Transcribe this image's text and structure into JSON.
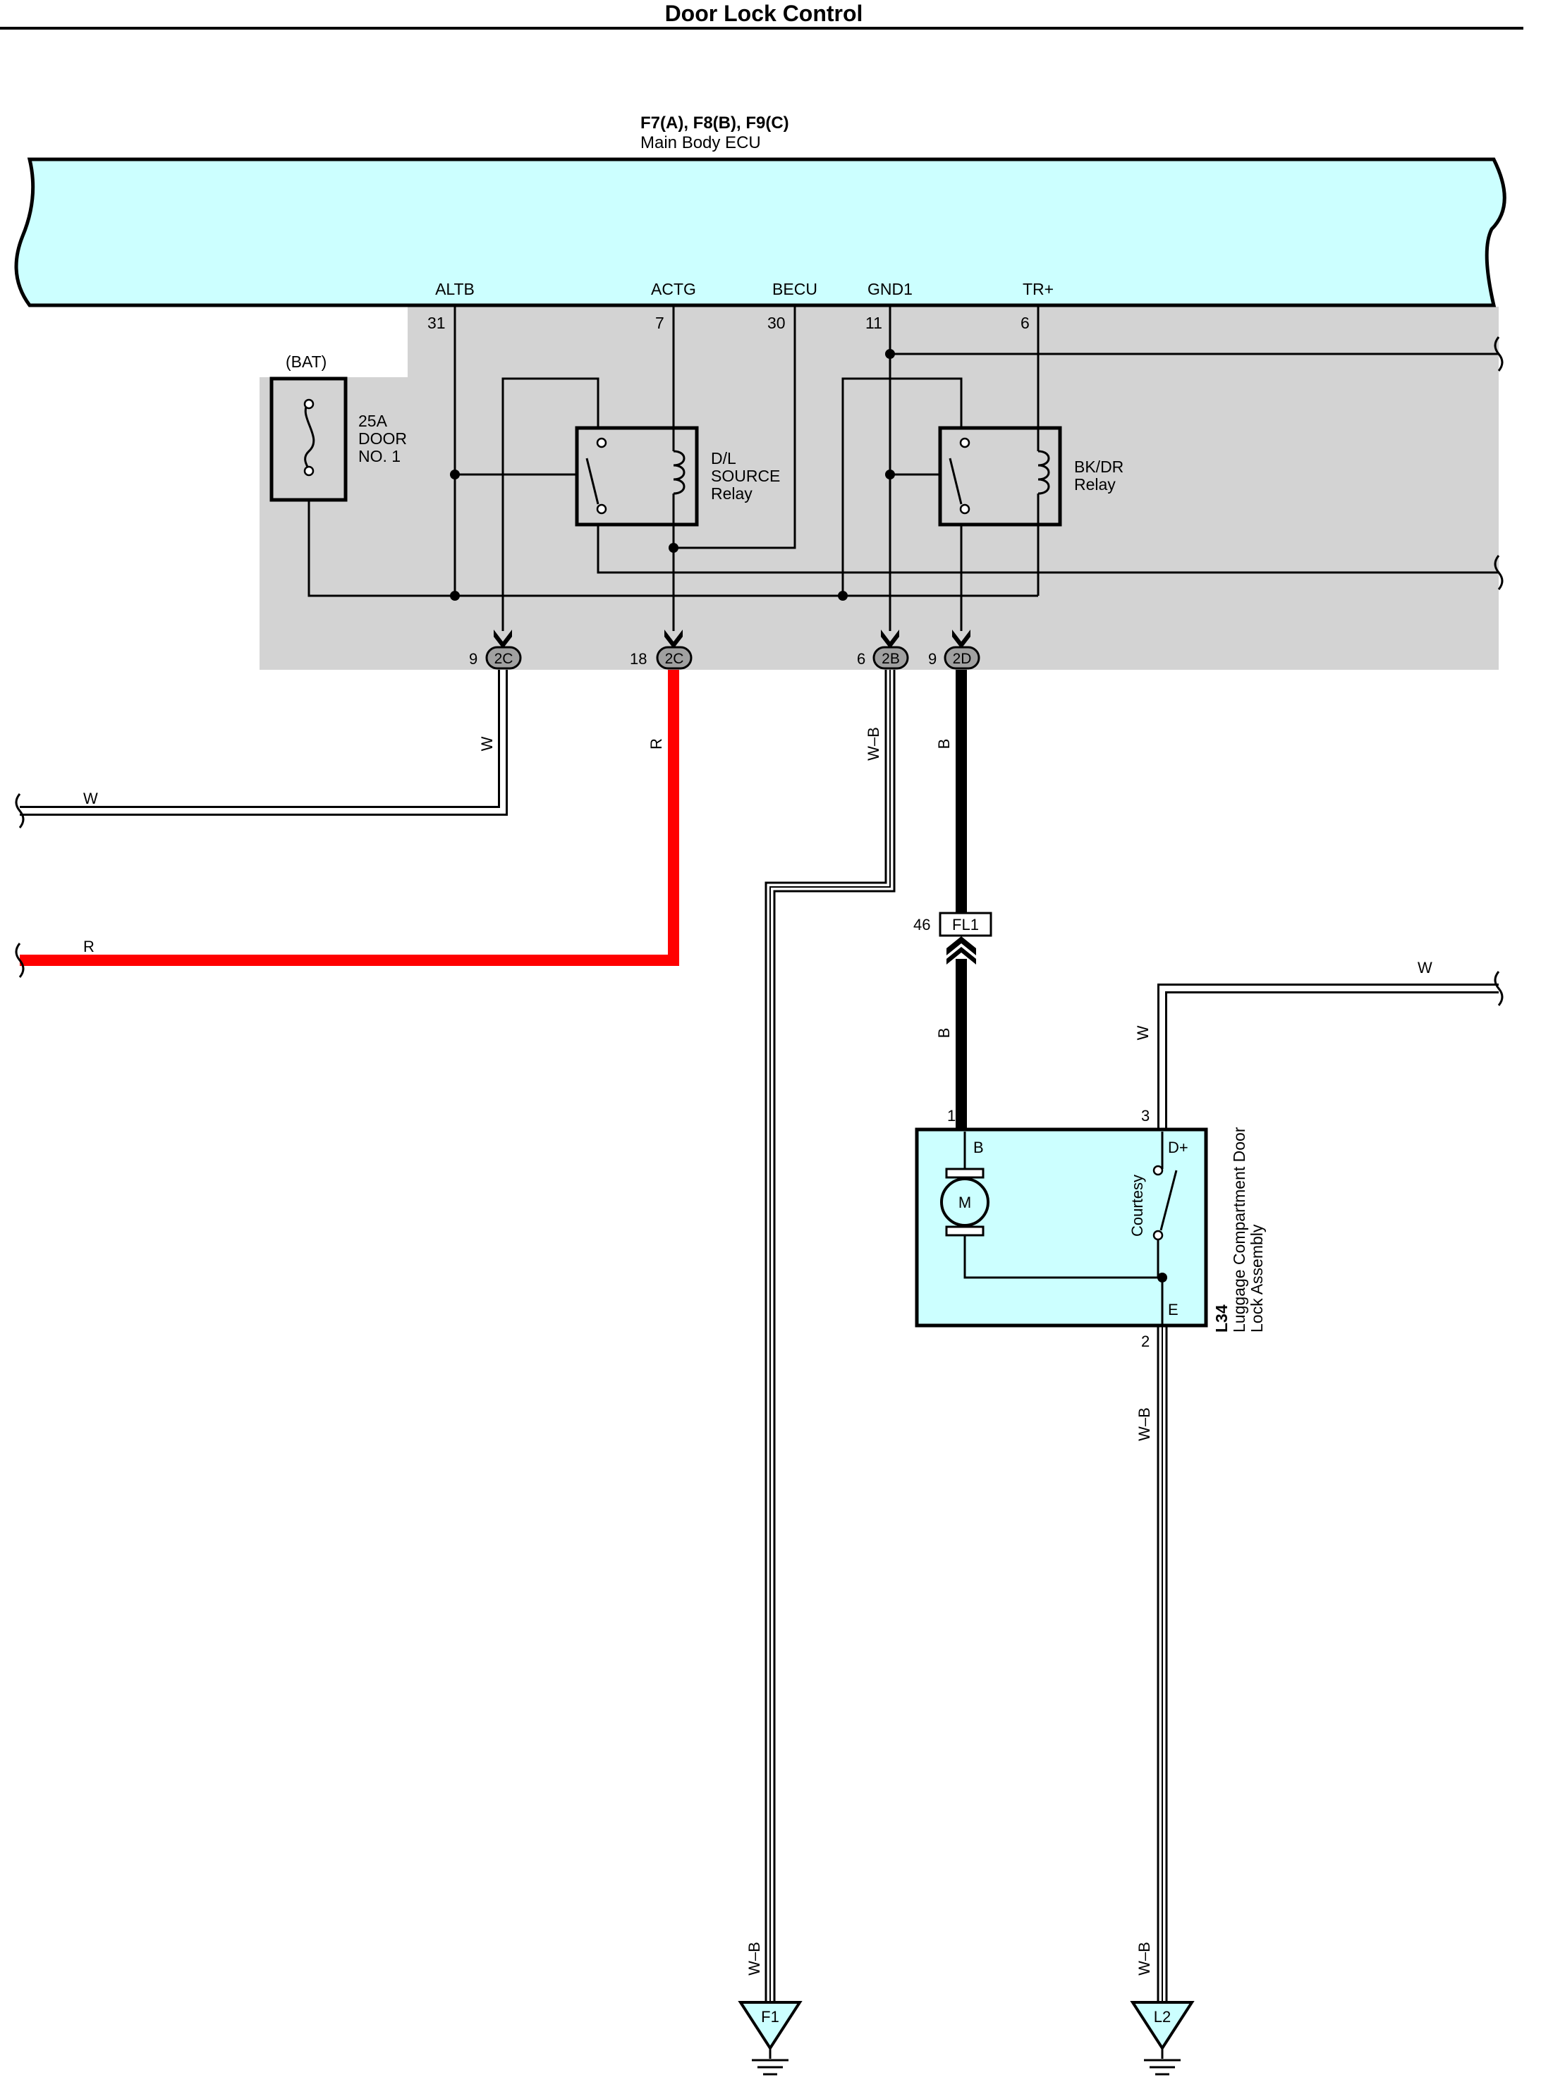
{
  "title": "Door Lock Control",
  "ecu": {
    "connectors_label": "F7(A), F8(B), F9(C)",
    "name": "Main Body ECU",
    "pins": [
      {
        "name": "ALTB",
        "number": "31"
      },
      {
        "name": "ACTG",
        "number": "7"
      },
      {
        "name": "BECU",
        "number": "30"
      },
      {
        "name": "GND1",
        "number": "11"
      },
      {
        "name": "TR+",
        "number": "6"
      }
    ]
  },
  "fuse": {
    "source": "(BAT)",
    "rating": "25A",
    "name_line1": "DOOR",
    "name_line2": "NO. 1"
  },
  "relays": {
    "dl_source": {
      "line1": "D/L",
      "line2": "SOURCE",
      "line3": "Relay"
    },
    "bkdr": {
      "line1": "BK/DR",
      "line2": "Relay"
    }
  },
  "junctions": [
    {
      "pin": "9",
      "id": "2C"
    },
    {
      "pin": "18",
      "id": "2C"
    },
    {
      "pin": "6",
      "id": "2B"
    },
    {
      "pin": "9",
      "id": "2D"
    }
  ],
  "wires": {
    "w_left_vertical": "W",
    "w_left_horizontal": "W",
    "r_vertical": "R",
    "r_horizontal": "R",
    "wb_upper": "W–B",
    "b_upper": "B",
    "b_lower": "B",
    "w_right_vertical": "W",
    "w_right_horizontal": "W",
    "wb_lock_lower": "W–B",
    "wb_f1": "W–B",
    "wb_l2": "W–B"
  },
  "fl1": {
    "pin": "46",
    "id": "FL1"
  },
  "lock_assembly": {
    "code": "L34",
    "name_line1": "Luggage Compartment Door",
    "name_line2": "Lock Assembly",
    "pin_b_number": "1",
    "pin_b_label": "B",
    "pin_dplus_number": "3",
    "pin_dplus_label": "D+",
    "pin_e_number": "2",
    "pin_e_label": "E",
    "motor_label": "M",
    "switch_label": "Courtesy"
  },
  "grounds": [
    {
      "id": "F1"
    },
    {
      "id": "L2"
    }
  ],
  "colors": {
    "ecu_fill": "#ccffff",
    "junction_block_fill": "#d3d3d3",
    "red_wire": "#ff0000",
    "black_wire": "#000000",
    "white_wire": "#ffffff"
  }
}
